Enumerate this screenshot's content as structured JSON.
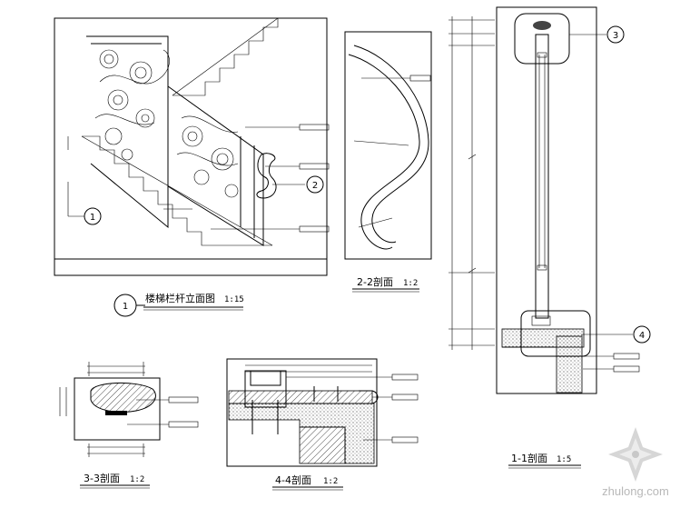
{
  "drawing": {
    "views": {
      "elevation": {
        "title": "楼梯栏杆立面图",
        "scale": "1:15",
        "callout": "1"
      },
      "section_1_1": {
        "title": "1-1剖面",
        "scale": "1:5"
      },
      "section_2_2": {
        "title": "2-2剖面",
        "scale": "1:2"
      },
      "section_3_3": {
        "title": "3-3剖面",
        "scale": "1:2"
      },
      "section_4_4": {
        "title": "4-4剖面",
        "scale": "1:2"
      }
    },
    "callouts": [
      "1",
      "2",
      "3",
      "4"
    ]
  },
  "watermark": {
    "text": "zhulong.com"
  }
}
